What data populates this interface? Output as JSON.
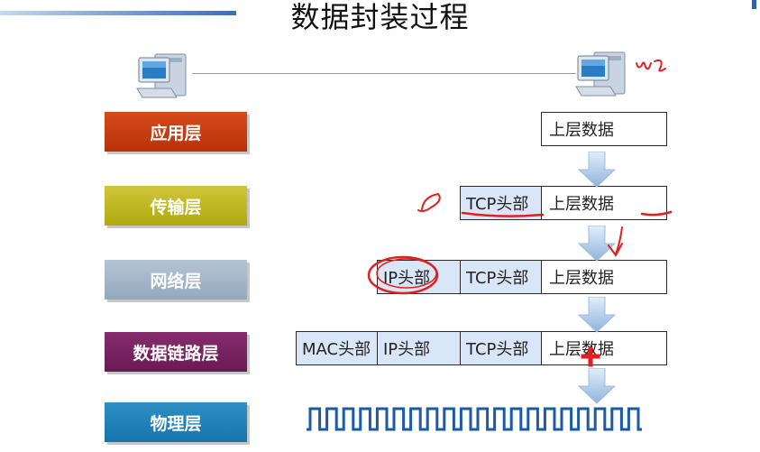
{
  "title": "数据封装过程",
  "icons": {
    "computer_left": "computer-icon",
    "computer_right": "computer-icon",
    "down_arrow": "down-arrow-icon"
  },
  "layers": {
    "application": "应用层",
    "transport": "传输层",
    "network": "网络层",
    "datalink": "数据链路层",
    "physical": "物理层"
  },
  "packets": {
    "application": {
      "data": "上层数据"
    },
    "transport": {
      "tcp_header": "TCP头部",
      "data": "上层数据"
    },
    "network": {
      "ip_header": "IP头部",
      "tcp_header": "TCP头部",
      "data": "上层数据"
    },
    "datalink": {
      "mac_header": "MAC头部",
      "ip_header": "IP头部",
      "tcp_header": "TCP头部",
      "data": "上层数据"
    }
  },
  "colors": {
    "application": "#c83a10",
    "transport": "#c2ba22",
    "network": "#a5b7c9",
    "datalink": "#7a2262",
    "physical": "#1f82b8",
    "header_fill": "#d9e6f7",
    "annotation": "#e02020"
  }
}
